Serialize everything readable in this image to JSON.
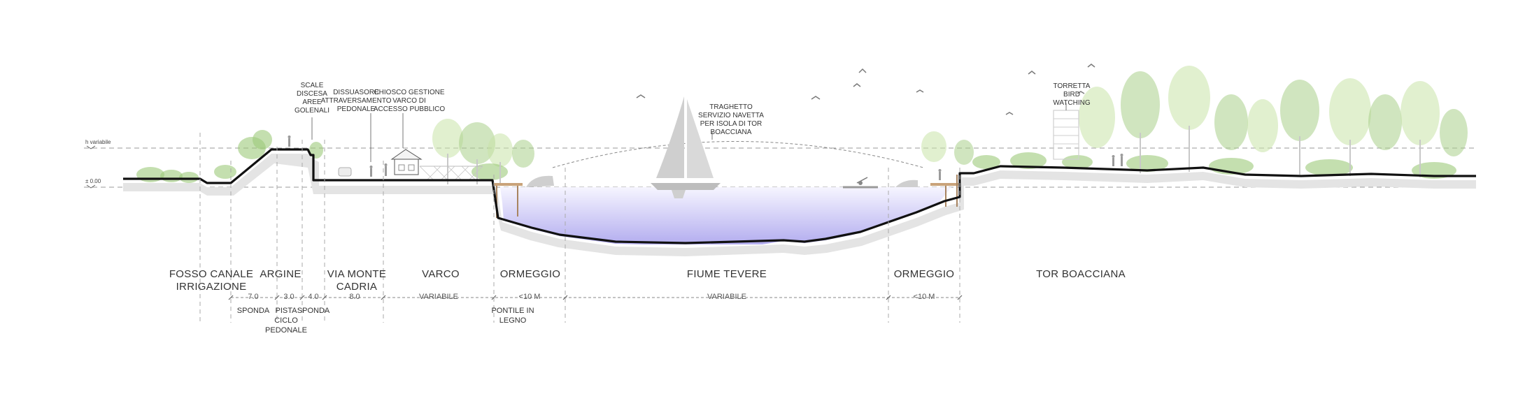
{
  "levels": {
    "upper": "h variabile",
    "lower": "± 0.00"
  },
  "annotations": {
    "scale": [
      "SCALE",
      "DISCESA",
      "AREE",
      "GOLENALI"
    ],
    "dissuasore": [
      "DISSUASORE",
      "ATTRAVERSAMENTO",
      "PEDONALE"
    ],
    "chiosco": [
      "CHIOSCO GESTIONE",
      "VARCO DI",
      "ACCESSO PUBBLICO"
    ],
    "traghetto": [
      "TRAGHETTO",
      "SERVIZIO NAVETTA",
      "PER ISOLA DI TOR",
      "BOACCIANA"
    ],
    "torretta": [
      "TORRETTA",
      "BIRD",
      "WATCHING"
    ]
  },
  "zones": {
    "fosso": [
      "FOSSO CANALE",
      "IRRIGAZIONE"
    ],
    "argine": "ARGINE",
    "via_monte": [
      "VIA MONTE",
      "CADRIA"
    ],
    "varco": "VARCO",
    "ormeggio_left": "ORMEGGIO",
    "fiume": "FIUME TEVERE",
    "ormeggio_right": "ORMEGGIO",
    "tor": "TOR BOACCIANA"
  },
  "dimensions": {
    "d1": "7.0",
    "d2": "3.0",
    "d3": "4.0",
    "d4": "8.0",
    "varco": "VARIABILE",
    "ormeggio_left": "<10 M",
    "fiume": "VARIABILE",
    "ormeggio_right": "<10 M"
  },
  "sublabels": {
    "sponda_left": "SPONDA",
    "pista": [
      "PISTA",
      "CICLO",
      "PEDONALE"
    ],
    "sponda_right": "SPONDA",
    "pontile": [
      "PONTILE IN",
      "LEGNO"
    ]
  },
  "colors": {
    "ground": "#111111",
    "ground_shadow": "#e4e4e4",
    "water": "#b9b4f0",
    "water_light": "#f4f3ff",
    "vegetation": "#a9d08a",
    "boat": "#cfcfcf"
  }
}
